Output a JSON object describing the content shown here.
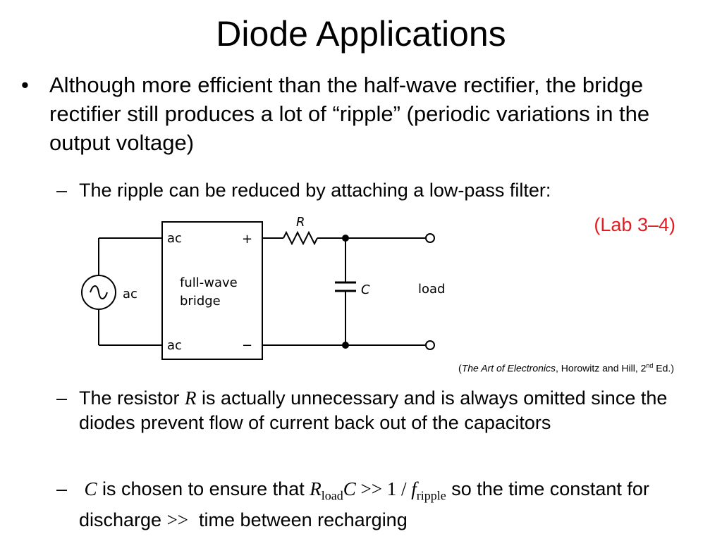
{
  "slide": {
    "title": "Diode Applications",
    "bullet_marker": "•",
    "sub_marker": "–",
    "bullet1": "Although more efficient than the half-wave rectifier, the bridge rectifier still produces a lot of “ripple” (periodic variations in the output voltage)",
    "sub1": "The ripple can be reduced by attaching a low-pass filter:",
    "lab_ref": "(Lab 3–4)",
    "citation": {
      "open": "(",
      "book": "The Art of Electronics",
      "rest": ", Horowitz and Hill, 2",
      "sup": "nd",
      "end": " Ed.)"
    },
    "sub2": {
      "before": "The resistor ",
      "var": "R",
      "after": " is actually unnecessary and is always omitted since the diodes prevent flow of current back out of the capacitors"
    },
    "sub3": {
      "lead": " ",
      "c": "C",
      "t1": " is chosen to ensure that ",
      "r": "R",
      "load_sub": "load",
      "c2": "C",
      "rel": " >> 1 / ",
      "f": "f",
      "ripple_sub": "ripple",
      "t2": " so the time constant for discharge ",
      "gg": ">>",
      "t3": "  time between recharging"
    }
  },
  "circuit": {
    "bridge_ac_top": "ac",
    "bridge_ac_bottom": "ac",
    "bridge_plus": "+",
    "bridge_minus": "−",
    "bridge_line1": "full-wave",
    "bridge_line2": "bridge",
    "source_label": "ac",
    "resistor_label": "R",
    "capacitor_label": "C",
    "load_label": "load"
  }
}
